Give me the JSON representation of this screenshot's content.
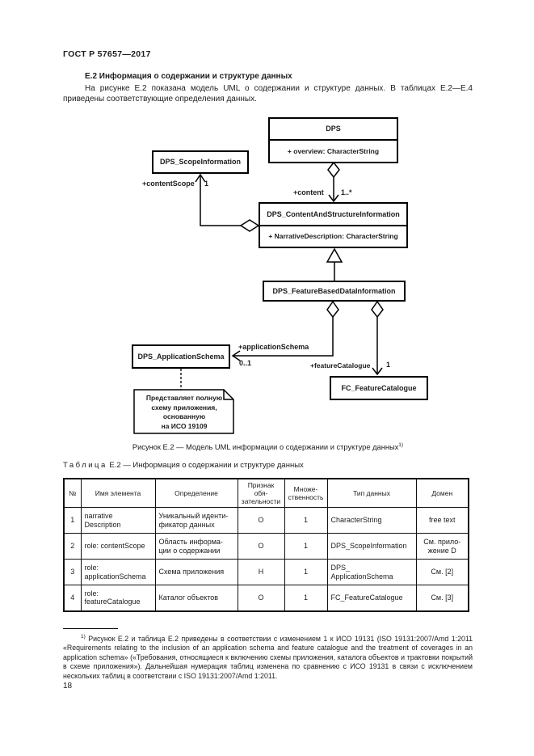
{
  "page": {
    "header": "ГОСТ Р 57657—2017",
    "page_number": "18"
  },
  "section": {
    "heading": "Е.2 Информация о содержании и структуре данных",
    "paragraph": "На рисунке Е.2 показана модель UML о содержании и структуре данных. В таблицах Е.2—Е.4 приведены соответствующие определения данных."
  },
  "diagram": {
    "classes": {
      "dps": {
        "title": "DPS",
        "attribute": "+ overview: CharacterString"
      },
      "scope_information": {
        "title": "DPS_ScopeInformation"
      },
      "content_and_structure": {
        "title": "DPS_ContentAndStructureInformation",
        "attribute": "+ NarrativeDescription: CharacterString"
      },
      "feature_based": {
        "title": "DPS_FeatureBasedDataInformation"
      },
      "application_schema": {
        "title": "DPS_ApplicationSchema"
      },
      "feature_catalogue": {
        "title": "FC_FeatureCatalogue"
      }
    },
    "edges": {
      "content": {
        "label": "+content",
        "multiplicity": "1..*"
      },
      "content_scope": {
        "label": "+contentScope",
        "multiplicity": "1"
      },
      "application_schema": {
        "label": "+applicationSchema",
        "multiplicity": "0..1"
      },
      "feature_catalogue": {
        "label": "+featureCatalogue",
        "multiplicity": "1"
      }
    },
    "note": "Представляет полную\nсхему приложения,\nоснованную\nна ИСО 19109",
    "caption": {
      "text": "Рисунок Е.2 — Модель UML информации о содержании и структуре данных",
      "footnote_ref": "1)"
    }
  },
  "table": {
    "label_word": "Таблица",
    "label_rest": "Е.2 — Информация о содержании и структуре данных",
    "columns": [
      "№",
      "Имя элемента",
      "Определение",
      "Признак обя-\nзательности",
      "Множе-\nственность",
      "Тип данных",
      "Домен"
    ],
    "rows": [
      [
        "1",
        "narrative\nDescription",
        "Уникальный иденти-\nфикатор данных",
        "О",
        "1",
        "CharacterString",
        "free text"
      ],
      [
        "2",
        "role: contentScope",
        "Область информа-\nции о содержании",
        "О",
        "1",
        "DPS_ScopeInformation",
        "См. прило-\nжение D"
      ],
      [
        "3",
        "role:\napplicationSchema",
        "Схема приложения",
        "Н",
        "1",
        "DPS_\nApplicationSchema",
        "См. [2]"
      ],
      [
        "4",
        "role:\nfeatureCatalogue",
        "Каталог объектов",
        "О",
        "1",
        "FC_FeatureCatalogue",
        "См. [3]"
      ]
    ]
  },
  "footnote": {
    "ref": "1)",
    "text": "Рисунок Е.2 и таблица Е.2 приведены в соответствии с изменением 1 к ИСО 19131 (ISO 19131:2007/Amd 1:2011 «Requirements relating to the inclusion of an application schema and feature catalogue and the treatment of coverages in an application schema» («Требования, относящиеся к включению схемы приложения, каталога объектов и трактовки покрытий в схеме приложения»). Дальнейшая нумерация таблиц изменена по сравнению с ИСО 19131 в связи с исключением нескольких таблиц в соответствии с ISO 19131:2007/Amd 1:2011."
  }
}
